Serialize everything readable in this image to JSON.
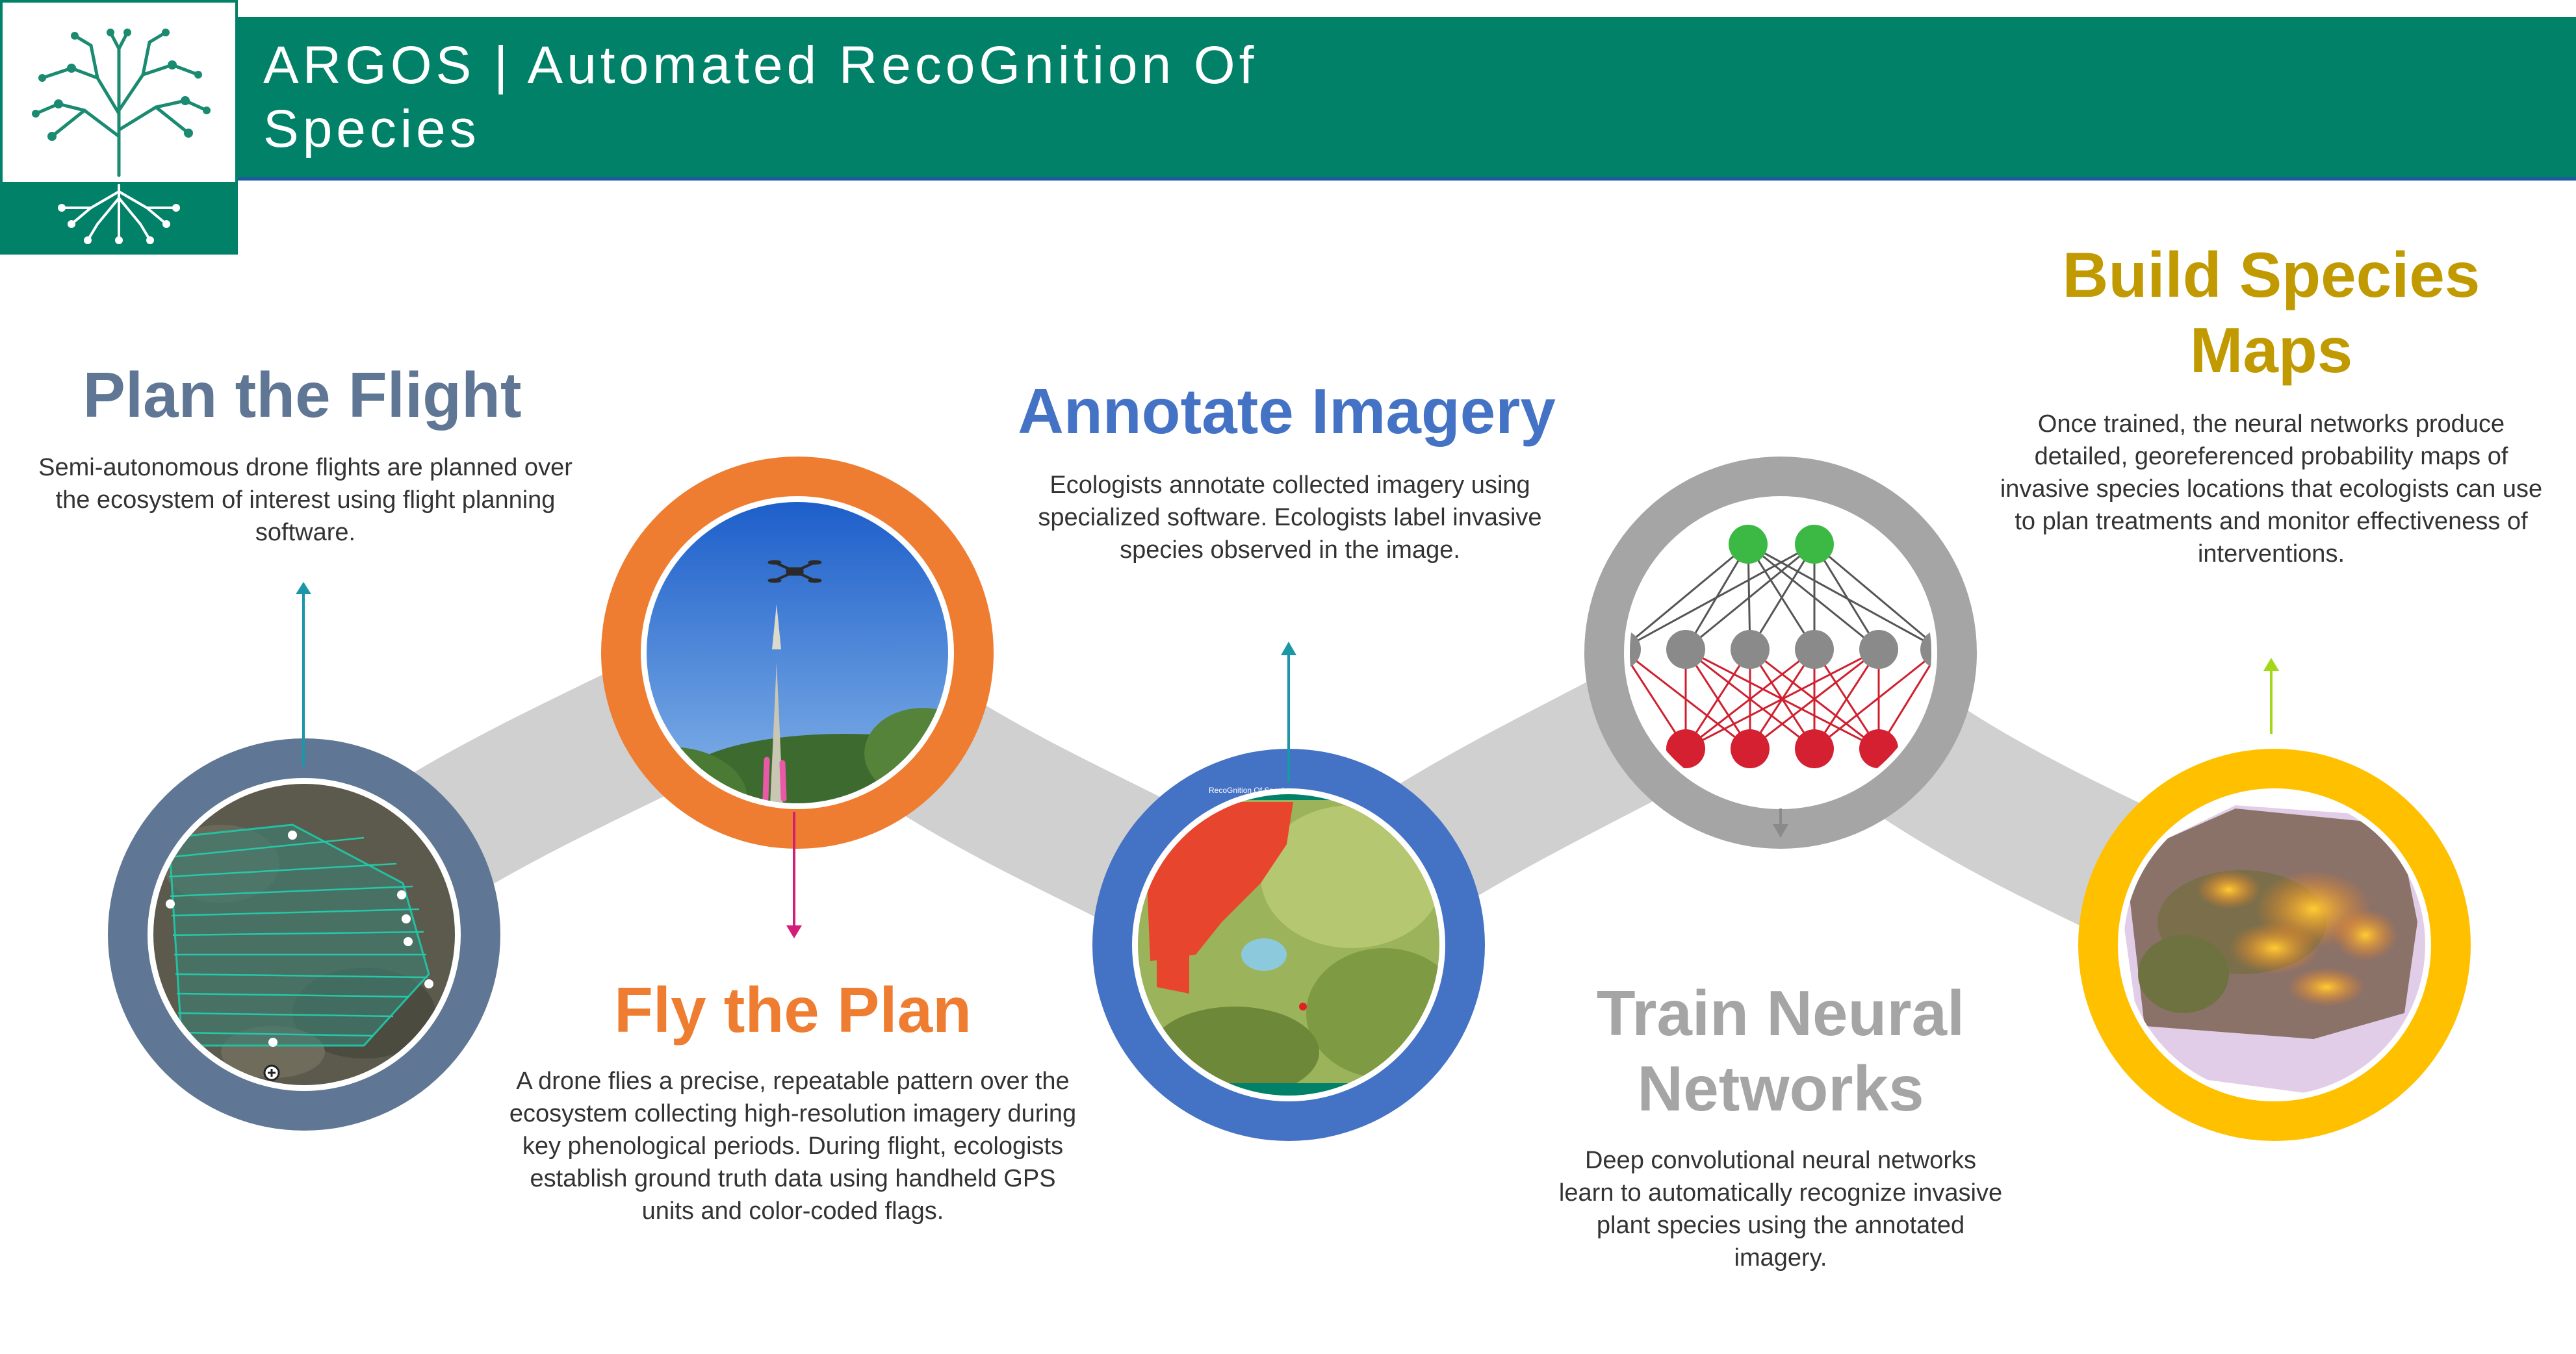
{
  "header": {
    "title": "ARGOS | Automated RecoGnition Of Species"
  },
  "steps": [
    {
      "title": "Plan the Flight",
      "description": "Semi-autonomous drone flights are planned over the ecosystem of interest using flight planning software.",
      "color": "#5f7794"
    },
    {
      "title": "Fly the Plan",
      "description": "A drone flies a precise, repeatable pattern over the ecosystem collecting high-resolution imagery during key phenological periods. During flight, ecologists establish ground truth data using handheld GPS units and color-coded flags.",
      "color": "#ee7d31"
    },
    {
      "title": "Annotate Imagery",
      "description": "Ecologists annotate collected imagery using specialized software. Ecologists label invasive species observed in the image.",
      "color": "#4472c4"
    },
    {
      "title": "Train Neural Networks",
      "description": "Deep convolutional neural networks learn to automatically recognize invasive plant species using the annotated imagery.",
      "color": "#a5a5a5"
    },
    {
      "title": "Build Species Maps",
      "description": "Once trained, the neural networks produce detailed, georeferenced probability maps of invasive species locations that ecologists can use to plan treatments and monitor effectiveness of interventions.",
      "color": "#ffc000"
    }
  ],
  "annotation_screen": {
    "header_text": "RecoGnition Of Species"
  },
  "colors": {
    "banner": "#008168",
    "connector": "#d0d0d0",
    "title_plan": "#5f7794",
    "title_fly": "#ee7d31",
    "title_annotate": "#4472c4",
    "title_train": "#a5a5a5",
    "title_build": "#c09a00"
  },
  "icons": [
    "tree-circuit-logo-icon",
    "drone-icon",
    "neural-network-icon",
    "map-cursor-icon"
  ]
}
